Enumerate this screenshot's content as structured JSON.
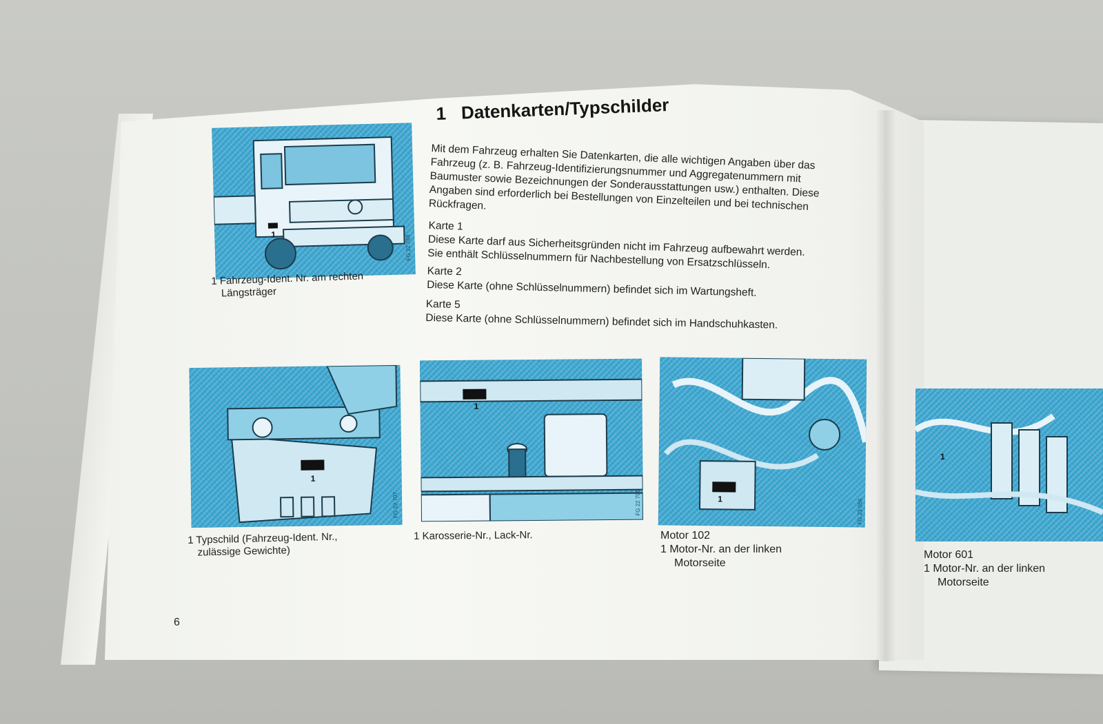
{
  "title": {
    "number": "1",
    "text": "Datenkarten/Typschilder"
  },
  "intro": [
    "Mit dem Fahrzeug erhalten Sie Datenkarten, die alle wichtigen Angaben über das",
    "Fahrzeug (z. B. Fahrzeug-Identifizierungsnummer und Aggregatenummern mit",
    "Baumuster sowie Bezeichnungen der Sonderausstattungen usw.) enthalten. Diese",
    "Angaben sind erforderlich bei Bestellungen von Einzelteilen und bei technischen",
    "Rückfragen."
  ],
  "cards": [
    {
      "heading": "Karte 1",
      "lines": [
        "Diese Karte darf aus Sicherheitsgründen nicht im Fahrzeug aufbewahrt werden.",
        "Sie enthält Schlüsselnummern für Nachbestellung von Ersatzschlüsseln."
      ]
    },
    {
      "heading": "Karte 2",
      "lines": [
        "Diese Karte (ohne Schlüsselnummern) befindet sich im Wartungsheft."
      ]
    },
    {
      "heading": "Karte 5",
      "lines": [
        "Diese Karte (ohne Schlüsselnummern) befindet sich im Handschuhkasten."
      ]
    }
  ],
  "figures": {
    "truck": {
      "code": "FG 22 768",
      "marker": "1",
      "caption": [
        "1 Fahrzeug-Ident. Nr. am rechten",
        "Längsträger"
      ]
    },
    "typschild": {
      "code": "FG 22 707",
      "marker": "1",
      "caption": [
        "1 Typschild (Fahrzeug-Ident. Nr.,",
        "zulässige Gewichte)"
      ]
    },
    "karosserie": {
      "code": "FG 22 790",
      "marker": "1",
      "caption": [
        "1 Karosserie-Nr., Lack-Nr."
      ]
    },
    "motor102": {
      "code": "FG 23 056",
      "marker": "1",
      "caption": [
        "Motor 102",
        "1 Motor-Nr. an der linken",
        "Motorseite"
      ]
    },
    "motor601": {
      "marker": "1",
      "caption": [
        "Motor 601",
        "1 Motor-Nr. an der linken",
        "Motorseite"
      ]
    }
  },
  "page_number": "6",
  "colors": {
    "illustration_blue": "#3ea6cf",
    "page": "#f4f5f1",
    "table": "#c4c5c1"
  }
}
